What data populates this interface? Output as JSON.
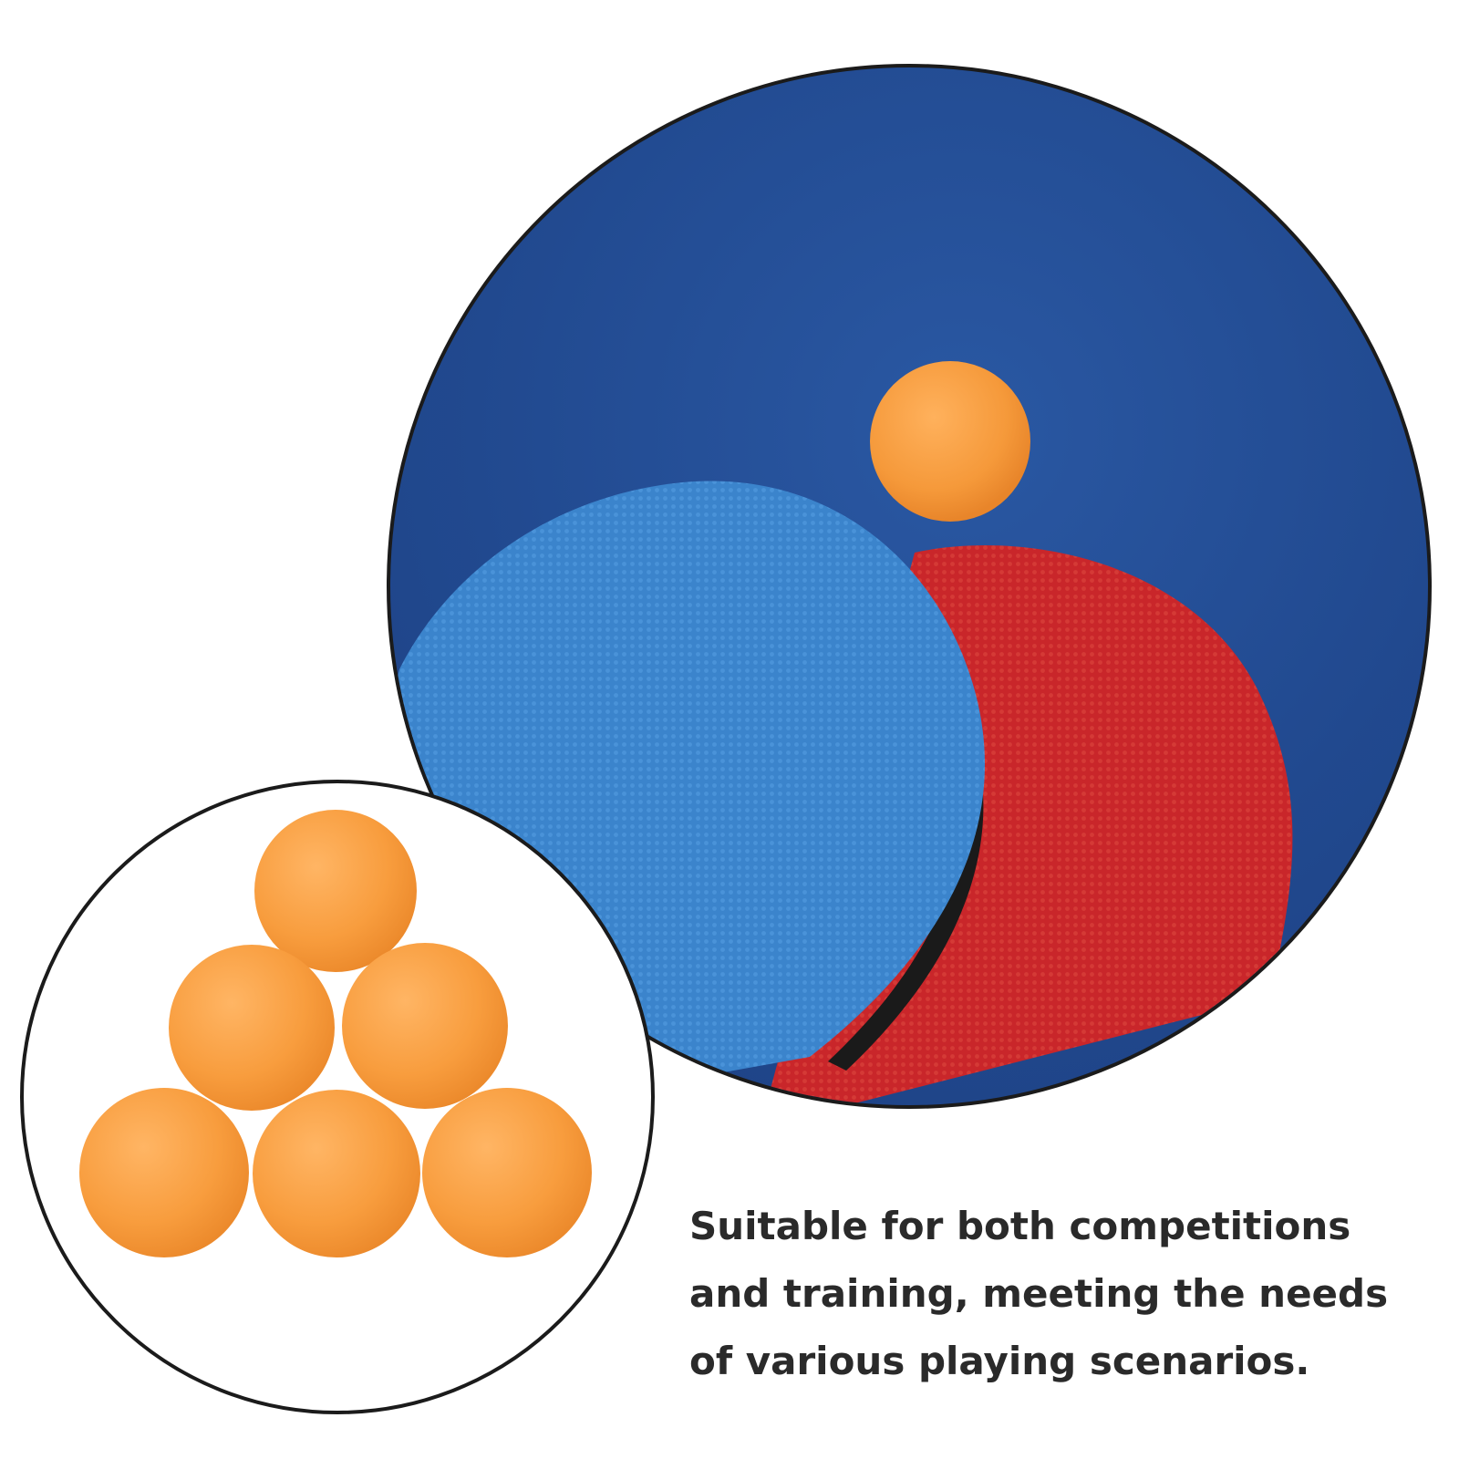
{
  "caption": {
    "line1": "Suitable for both competitions",
    "line2": "and training, meeting the needs",
    "line3": "of various playing scenarios."
  },
  "colors": {
    "background": "#ffffff",
    "table_blue": "#21498f",
    "paddle_blue": "#3d86cf",
    "paddle_red": "#c9262a",
    "ball_orange": "#f59a3c",
    "outline": "#1b1b1b",
    "caption_text": "#2a2a2a"
  },
  "images": {
    "closeup_scene": "table-tennis-paddles-and-ball-on-blue-table",
    "ball_stack": "six-orange-ping-pong-balls-in-pyramid"
  }
}
